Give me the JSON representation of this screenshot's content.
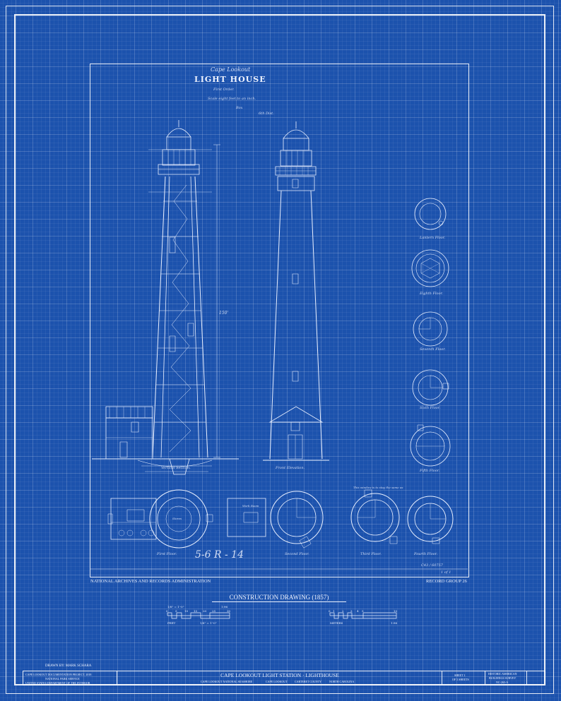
{
  "drawing": {
    "title_small": "Cape Lookout",
    "title": "LIGHT HOUSE",
    "order": "First Order.",
    "scale": "Scale eight feet to an inch.",
    "drawing_ref1": "Box",
    "drawing_ref2": "6th Dist.",
    "number_stamp": "5-6 R - 14",
    "catalog_number1": "C43 / 60757",
    "catalog_number2": "1 of 1",
    "dimension_label": "150'",
    "section_note": "Vertical Section",
    "views": {
      "vertical_section": "Vertical Section.",
      "front_elevation": "Front Elevation.",
      "first_floor": "First Floor.",
      "second_floor": "Second Floor.",
      "third_floor": "Third Floor.",
      "fourth_floor": "Fourth Floor.",
      "fifth_floor": "Fifth Floor.",
      "sixth_floor": "Sixth Floor.",
      "seventh_floor": "Seventh Floor.",
      "eighth_floor": "Eighth Floor.",
      "lantern_floor": "Lantern Floor."
    },
    "room_labels": {
      "stores": "Stores",
      "work_room": "Work Room",
      "third_note": "This window is to stay the same as"
    }
  },
  "source_left": "NATIONAL ARCHIVES AND RECORDS ADMINISTRATION",
  "source_right": "RECORD GROUP 26",
  "construction_title": "CONSTRUCTION DRAWING (1857)",
  "scales": {
    "feet": {
      "label": "FEET",
      "ratio_top": "1/8\" = 1'-0\"",
      "ratio_bottom": "1/8\" = 1'-0\"",
      "ratio_right": "1:96",
      "ticks": [
        "0",
        "5",
        "10",
        "15",
        "20",
        "25",
        "30"
      ]
    },
    "meters": {
      "label": "METERS",
      "ratio": "1:96",
      "ticks": [
        "0",
        "1",
        "2",
        "3",
        "4",
        "5",
        "10"
      ]
    }
  },
  "title_block": {
    "drawn_by": "DRAWN BY:  MARK SCHARA",
    "project": "CAPE LOOKOUT DOCUMENTATION PROJECT, 2018",
    "agency": "NATIONAL PARK SERVICE",
    "department": "UNITED STATES DEPARTMENT OF THE INTERIOR",
    "main_title": "CAPE LOOKOUT LIGHT STATION  ·  LIGHTHOUSE",
    "location_1": "CAPE LOOKOUT NATIONAL SEASHORE",
    "location_2": "CAPE LOOKOUT",
    "location_3": "CARTERET COUNTY",
    "location_4": "NORTH CAROLINA",
    "sheet_1": "SHEET 1",
    "sheet_2": "OF 5 SHEETS",
    "survey_1": "HISTORIC AMERICAN",
    "survey_2": "BUILDINGS SURVEY",
    "survey_3": "NC-265-A"
  }
}
